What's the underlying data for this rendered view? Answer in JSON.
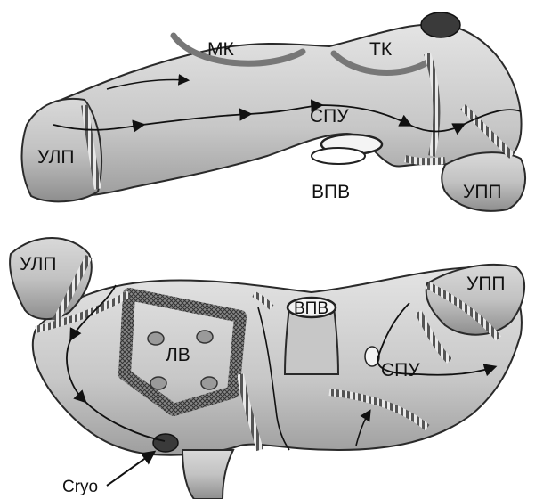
{
  "colors": {
    "tissue_fill": "#cfcfcf",
    "tissue_shadow": "#9a9a9a",
    "outline": "#2a2a2a",
    "lesion": "#555555",
    "cryo_spot": "#3a3a3a",
    "text": "#111111"
  },
  "top_view": {
    "labels": {
      "mk": "МК",
      "tk": "ТК",
      "spu": "СПУ",
      "ulp": "УЛП",
      "vpv": "ВПВ",
      "upp": "УПП"
    }
  },
  "bottom_view": {
    "labels": {
      "ulp": "УЛП",
      "upp": "УПП",
      "vpv": "ВПВ",
      "lv": "ЛВ",
      "spu": "СПУ"
    },
    "cryo_label": "Cryo"
  }
}
